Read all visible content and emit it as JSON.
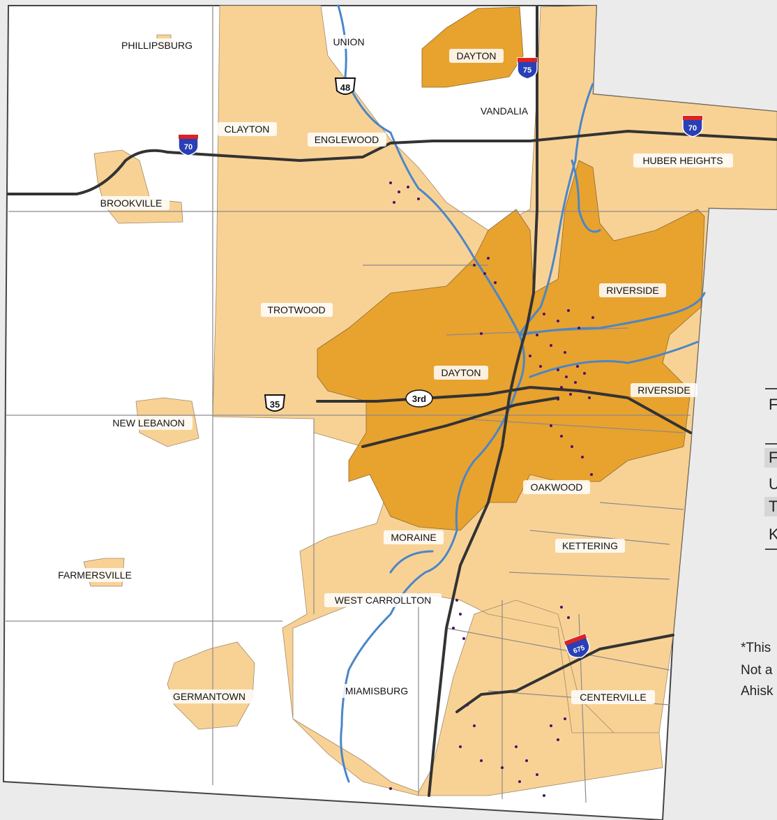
{
  "map": {
    "colors": {
      "background": "#ebebeb",
      "county_fill": "#ffffff",
      "suburb_fill": "#f8d295",
      "city_fill": "#e8a22e",
      "boundary": "#8a8a8a",
      "river": "#4a86c8",
      "highway": "#333333",
      "dots": "#4b0f6e"
    },
    "places": {
      "phillipsburg": "PHILLIPSBURG",
      "union": "UNION",
      "dayton_north": "DAYTON",
      "vandalia": "VANDALIA",
      "clayton": "CLAYTON",
      "englewood": "ENGLEWOOD",
      "huber_heights": "HUBER HEIGHTS",
      "brookville": "BROOKVILLE",
      "trotwood": "TROTWOOD",
      "riverside_north": "RIVERSIDE",
      "dayton_main": "DAYTON",
      "riverside_east": "RIVERSIDE",
      "new_lebanon": "NEW LEBANON",
      "oakwood": "OAKWOOD",
      "moraine": "MORAINE",
      "kettering": "KETTERING",
      "farmersville": "FARMERSVILLE",
      "west_carrollton": "WEST CARROLLTON",
      "germantown": "GERMANTOWN",
      "miamisburg": "MIAMISBURG",
      "centerville": "CENTERVILLE"
    },
    "shields": {
      "i70_west": "70",
      "i70_east": "70",
      "i75": "75",
      "i675": "675",
      "us48": "48",
      "us35": "35",
      "third_st": "3rd"
    }
  },
  "sidebar": {
    "legend_letters": [
      "F",
      "U",
      "T",
      "K"
    ],
    "footnote_lines": [
      "*This",
      "Not a",
      "Ahisk"
    ]
  }
}
